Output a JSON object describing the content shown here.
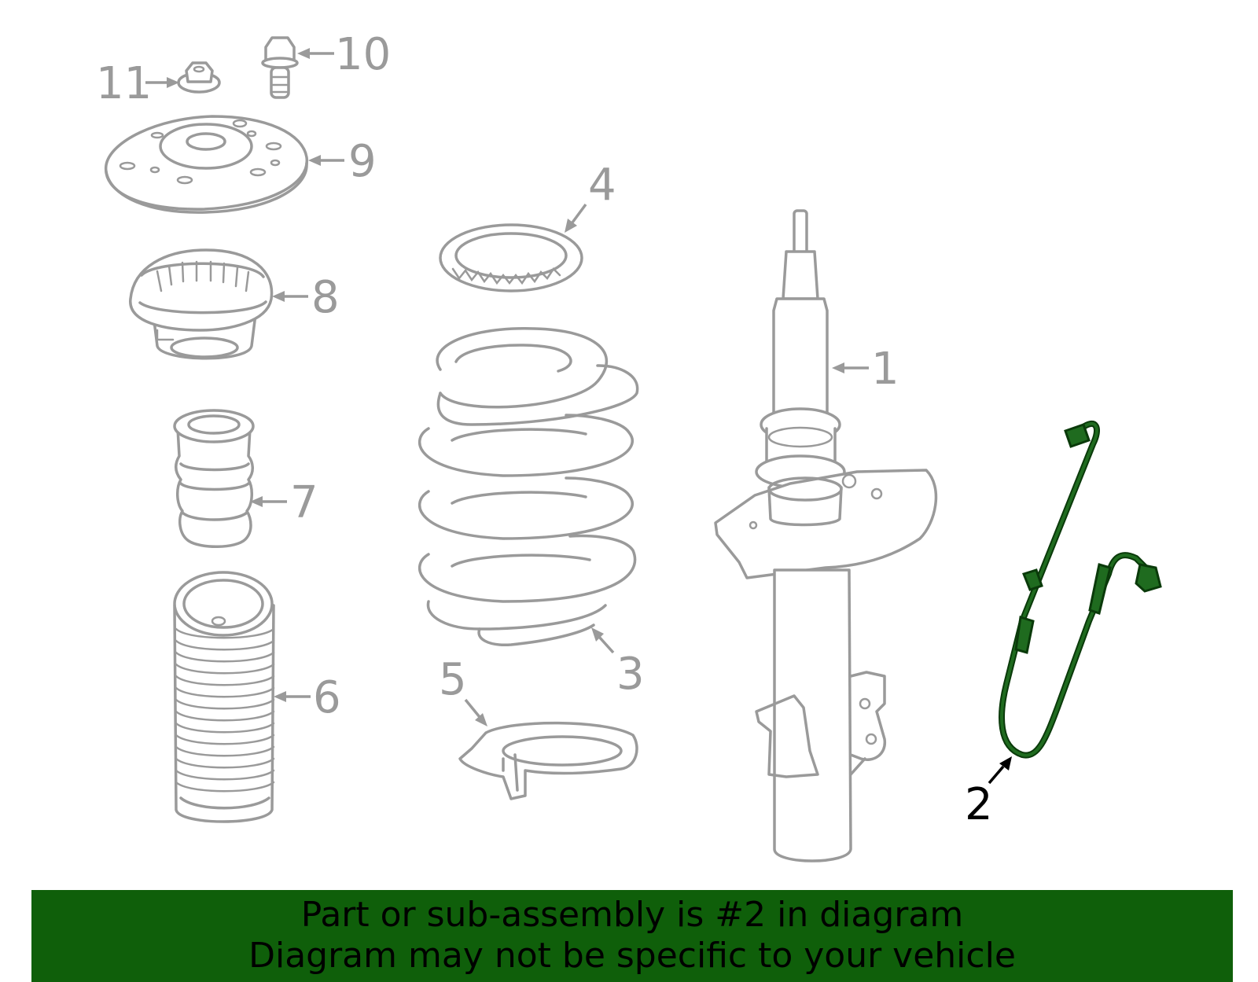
{
  "callouts": [
    {
      "id": "1",
      "label": "1"
    },
    {
      "id": "2",
      "label": "2"
    },
    {
      "id": "3",
      "label": "3"
    },
    {
      "id": "4",
      "label": "4"
    },
    {
      "id": "5",
      "label": "5"
    },
    {
      "id": "6",
      "label": "6"
    },
    {
      "id": "7",
      "label": "7"
    },
    {
      "id": "8",
      "label": "8"
    },
    {
      "id": "9",
      "label": "9"
    },
    {
      "id": "10",
      "label": "10"
    },
    {
      "id": "11",
      "label": "11"
    }
  ],
  "highlighted_part": "2",
  "banner": {
    "line1": "Part or sub-assembly is #2 in diagram",
    "line2": "Diagram may not be specific to your vehicle"
  },
  "colors": {
    "part_outline": "#9a9a9a",
    "highlight_part": "#1f6b1f",
    "banner_background": "#0f5f0a",
    "banner_text": "#000000"
  }
}
